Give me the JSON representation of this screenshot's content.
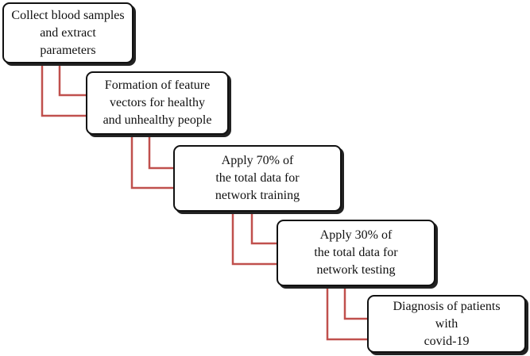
{
  "connector_color": "#c0504d",
  "steps": [
    {
      "id": "collect",
      "lines": [
        "Collect blood samples",
        "and extract",
        "parameters"
      ]
    },
    {
      "id": "features",
      "lines": [
        "Formation  of feature",
        "vectors for healthy",
        "and unhealthy  people"
      ]
    },
    {
      "id": "training",
      "lines": [
        "Apply 70% of",
        "the total data for",
        "network training"
      ]
    },
    {
      "id": "testing",
      "lines": [
        "Apply 30% of",
        "the total data for",
        "network testing"
      ]
    },
    {
      "id": "diagnosis",
      "lines": [
        "Diagnosis  of patients",
        "with",
        "covid-19"
      ]
    }
  ]
}
